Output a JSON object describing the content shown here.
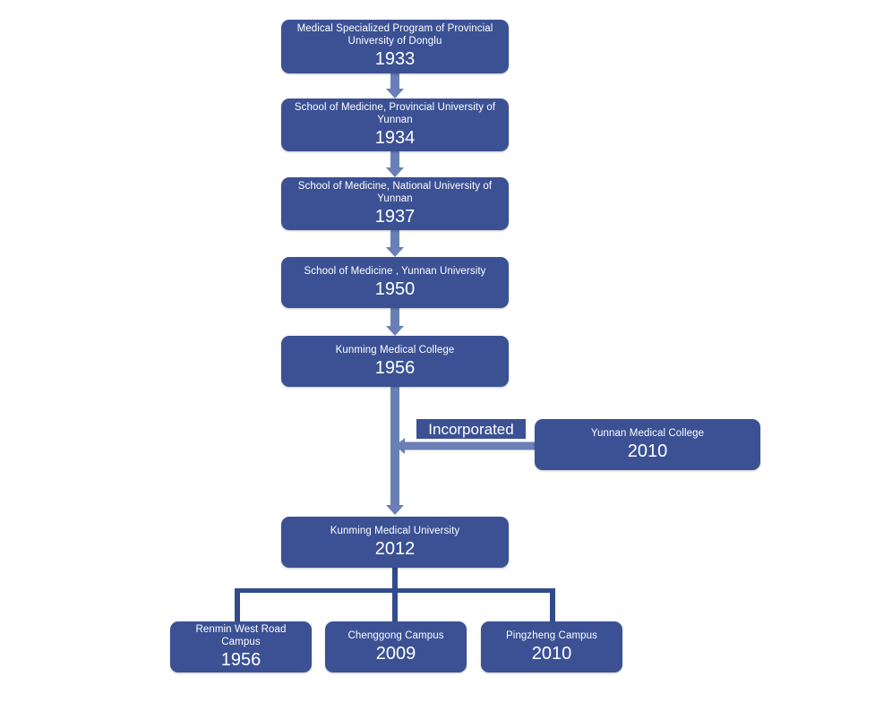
{
  "diagram": {
    "title": "Kunming Medical University historical timeline",
    "colors": {
      "node_fill": "#3b5194",
      "node_text": "#ffffff",
      "arrow": "#6a7fb5",
      "connector": "#314b8c",
      "background": "#ffffff"
    },
    "nodes": [
      {
        "id": "n1933",
        "title": "Medical Specialized Program of Provincial University of Donglu",
        "year": "1933"
      },
      {
        "id": "n1934",
        "title": "School of Medicine, Provincial University of Yunnan",
        "year": "1934"
      },
      {
        "id": "n1937",
        "title": "School of Medicine, National University of Yunnan",
        "year": "1937"
      },
      {
        "id": "n1950",
        "title": "School of Medicine , Yunnan University",
        "year": "1950"
      },
      {
        "id": "n1956",
        "title": "Kunming Medical College",
        "year": "1956"
      },
      {
        "id": "nYunnan2010",
        "title": "Yunnan Medical College",
        "year": "2010"
      },
      {
        "id": "n2012",
        "title": "Kunming Medical University",
        "year": "2012"
      },
      {
        "id": "campus1",
        "title": "Renmin West Road Campus",
        "year": "1956"
      },
      {
        "id": "campus2",
        "title": "Chenggong Campus",
        "year": "2009"
      },
      {
        "id": "campus3",
        "title": "Pingzheng Campus",
        "year": "2010"
      }
    ],
    "edge_labels": [
      {
        "id": "incorporated",
        "text": "Incorporated"
      }
    ]
  }
}
